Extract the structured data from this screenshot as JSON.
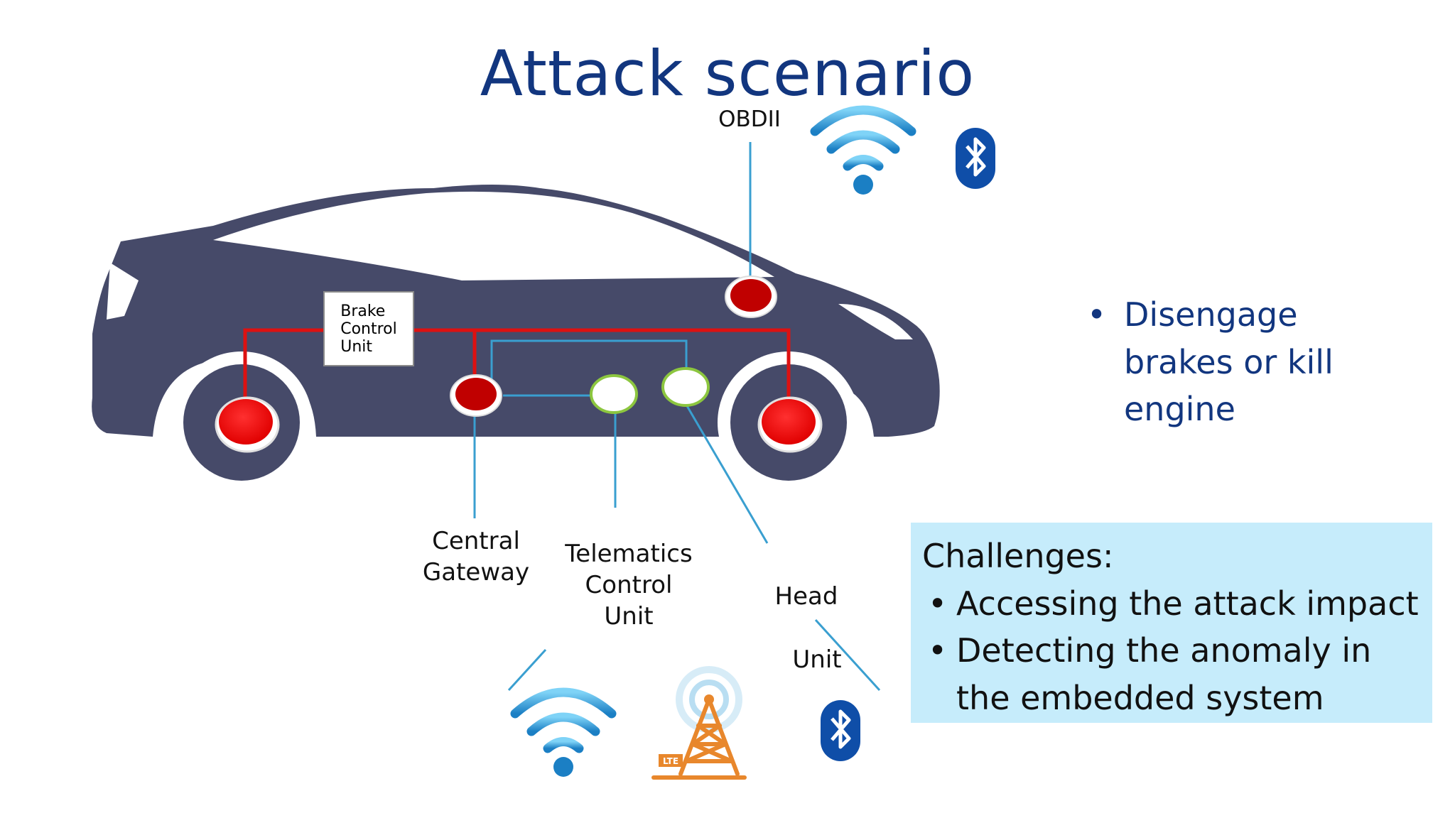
{
  "slide": {
    "title": "Attack scenario"
  },
  "car": {
    "obd_label": "OBDII",
    "brake_control_unit_label": "Brake\nControl\nUnit",
    "central_gateway_label": "Central\nGateway",
    "telematics_label": "Telematics\nControl\nUnit",
    "head_unit_label_line1": "Head",
    "head_unit_label_line2": "Unit",
    "lte_tag": "LTE"
  },
  "bullet": {
    "dot": "•",
    "text": "Disengage brakes or kill engine"
  },
  "challenges": {
    "heading": "Challenges:",
    "dot": "•",
    "items": [
      "Accessing the attack impact",
      "Detecting the anomaly in the embedded system"
    ]
  },
  "icons": {
    "wifi": "wifi-icon",
    "bluetooth": "bluetooth-icon",
    "tower": "lte-cell-tower-icon"
  },
  "colors": {
    "title": "#12367f",
    "car_body": "#464a69",
    "bus_line": "#dd1111",
    "ecu_red": "#c00000",
    "wheel_red": "#ff0000",
    "link_line": "#3a9fd0",
    "ecu_white_rim": "#8cc63f",
    "challenge_bg": "#c6ecfb",
    "bluetooth_bg": "#0f4ea8",
    "tower": "#e8872c"
  }
}
